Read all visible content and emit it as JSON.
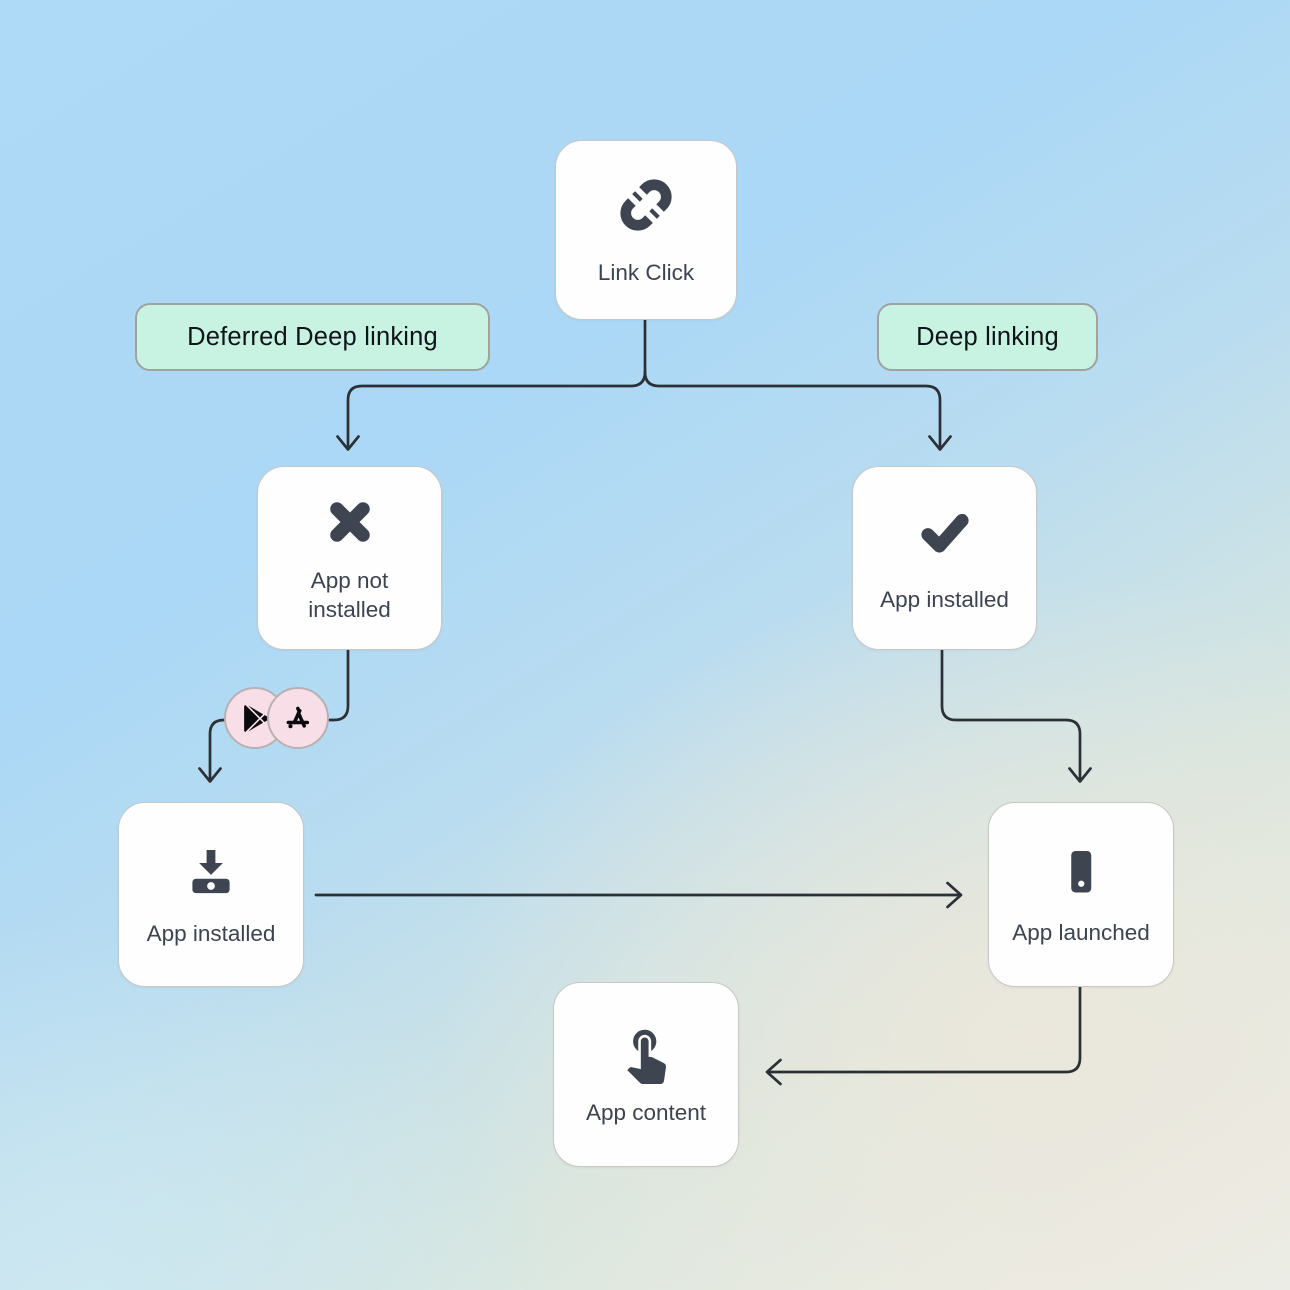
{
  "diagram": {
    "title_implicit": "Deep linking vs Deferred deep linking flow",
    "labels": {
      "deferred": "Deferred Deep linking",
      "deep": "Deep linking"
    },
    "nodes": {
      "link_click": {
        "label": "Link Click",
        "icon": "link-icon"
      },
      "app_not_installed": {
        "label": "App not installed",
        "icon": "x-icon"
      },
      "app_installed_check": {
        "label": "App installed",
        "icon": "check-icon"
      },
      "app_installed_download": {
        "label": "App installed",
        "icon": "download-icon"
      },
      "app_launched": {
        "label": "App launched",
        "icon": "smartphone-icon"
      },
      "app_content": {
        "label": "App content",
        "icon": "tap-icon"
      }
    },
    "badges": {
      "google_play": "google-play-icon",
      "app_store": "app-store-icon"
    },
    "edges": [
      "link_click -> app_not_installed (deferred deep linking branch)",
      "link_click -> app_installed_check (deep linking branch)",
      "app_not_installed -> app_installed_download (via store badges)",
      "app_installed_check -> app_launched",
      "app_installed_download -> app_launched",
      "app_launched -> app_content"
    ],
    "colors": {
      "background_top": "#aed9f7",
      "background_bottom_right": "#ece9de",
      "background_bottom_left": "#cde9f3",
      "node_bg": "#fefefe",
      "node_border": "#c7c8c4",
      "mint_tag_bg": "#c8f3e3",
      "mint_tag_border": "#9fa3a0",
      "store_badge_bg": "#f8dfe7",
      "icon_ink": "#3e4450",
      "line_ink": "#2b3036",
      "text_ink": "#3d444f"
    }
  }
}
